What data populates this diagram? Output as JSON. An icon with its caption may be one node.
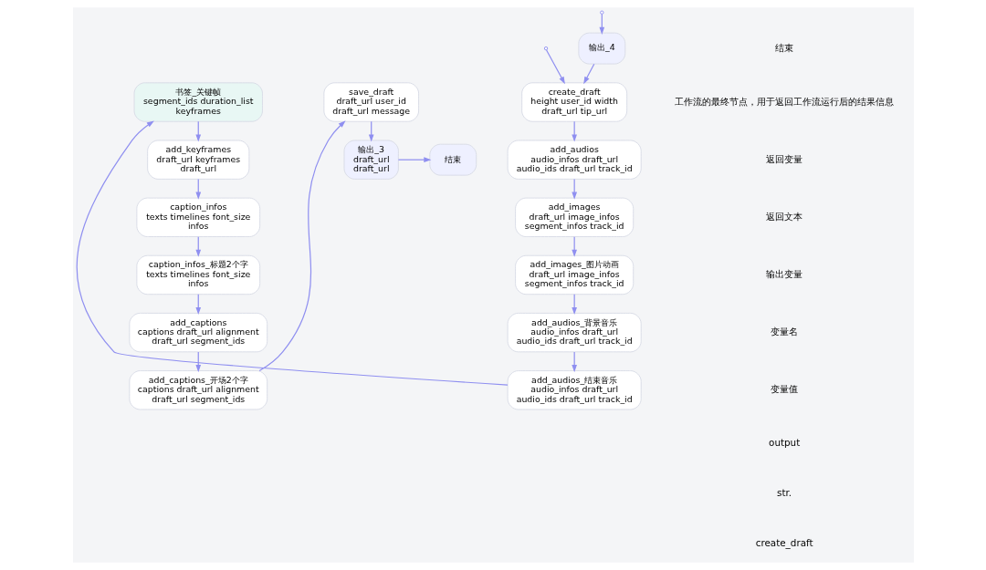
{
  "diagram": {
    "nodes": [
      {
        "text": [
          "输出_4"
        ]
      },
      {
        "text": [
          "create_draft",
          "height user_id width",
          "draft_url tip_url"
        ]
      },
      {
        "text": [
          "add_audios",
          "audio_infos draft_url",
          "audio_ids draft_url track_id"
        ]
      },
      {
        "text": [
          "add_images",
          "draft_url image_infos",
          "segment_infos track_id"
        ]
      },
      {
        "text": [
          "add_images_图片动画",
          "draft_url image_infos",
          "segment_infos track_id"
        ]
      },
      {
        "text": [
          "add_audios_背景音乐",
          "audio_infos draft_url",
          "audio_ids draft_url track_id"
        ]
      },
      {
        "text": [
          "add_audios_结束音乐",
          "audio_infos draft_url",
          "audio_ids draft_url track_id"
        ]
      },
      {
        "text": [
          "书签_关键帧",
          "segment_ids duration_list",
          "keyframes"
        ]
      },
      {
        "text": [
          "add_keyframes",
          "draft_url keyframes",
          "draft_url"
        ]
      },
      {
        "text": [
          "caption_infos",
          "texts timelines font_size",
          "infos"
        ]
      },
      {
        "text": [
          "caption_infos_标题2个字",
          "texts timelines font_size",
          "infos"
        ]
      },
      {
        "text": [
          "add_captions",
          "captions draft_url alignment",
          "draft_url segment_ids"
        ]
      },
      {
        "text": [
          "add_captions_开场2个字",
          "captions draft_url alignment",
          "draft_url segment_ids"
        ]
      },
      {
        "text": [
          "save_draft",
          "draft_url user_id",
          "draft_url message"
        ]
      },
      {
        "text": [
          "输出_3",
          "draft_url",
          "draft_url"
        ]
      },
      {
        "text": [
          "结束"
        ]
      }
    ],
    "edges": [
      {
        "from": null,
        "to": 0,
        "arrow": "to"
      },
      {
        "from": 0,
        "to": 1,
        "arrow": "to"
      },
      {
        "from": null,
        "to": 1,
        "arrow": "to"
      },
      {
        "from": 1,
        "to": 2,
        "arrow": "to"
      },
      {
        "from": 2,
        "to": 3,
        "arrow": "to"
      },
      {
        "from": 3,
        "to": 4,
        "arrow": "to"
      },
      {
        "from": 4,
        "to": 5,
        "arrow": "to"
      },
      {
        "from": 5,
        "to": 6,
        "arrow": "to"
      },
      {
        "from": 6,
        "to": 7,
        "arrow": "to"
      },
      {
        "from": 7,
        "to": 8,
        "arrow": "to"
      },
      {
        "from": 8,
        "to": 9,
        "arrow": "to"
      },
      {
        "from": 9,
        "to": 10,
        "arrow": "to"
      },
      {
        "from": 10,
        "to": 11,
        "arrow": "to"
      },
      {
        "from": 11,
        "to": 12,
        "arrow": "to"
      },
      {
        "from": 12,
        "to": 13,
        "arrow": "to"
      },
      {
        "from": 13,
        "to": 14,
        "arrow": "to"
      },
      {
        "from": 14,
        "to": 15,
        "arrow": "to"
      }
    ],
    "labels": [
      "结束",
      "工作流的最终节点，用于返回工作流运行后的结果信息",
      "返回变量",
      "返回文本",
      "输出变量",
      "变量名",
      "变量值",
      "output",
      "str.",
      "create_draft"
    ]
  }
}
